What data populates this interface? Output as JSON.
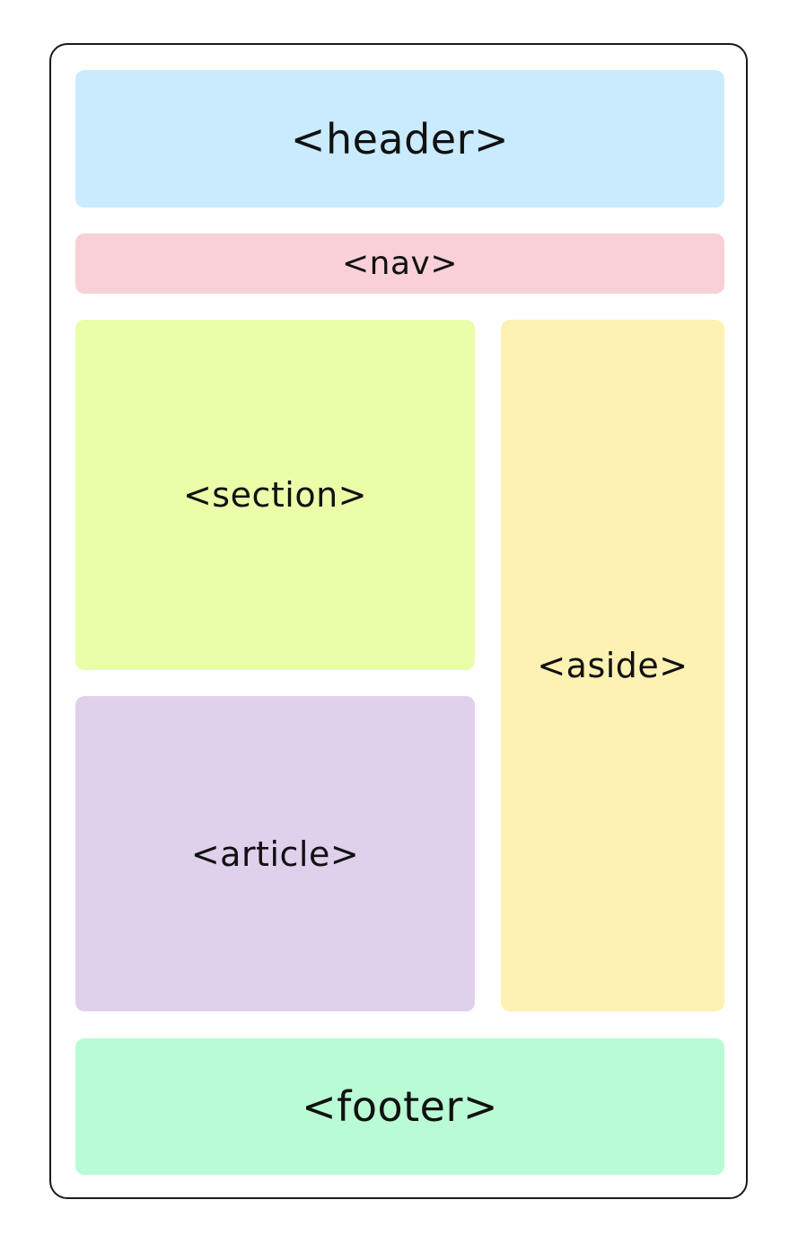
{
  "diagram": {
    "blocks": {
      "header": {
        "label": "<header>",
        "color": "#c9ebfd"
      },
      "nav": {
        "label": "<nav>",
        "color": "#f9d0d7"
      },
      "section": {
        "label": "<section>",
        "color": "#eafda8"
      },
      "article": {
        "label": "<article>",
        "color": "#dfd0ec"
      },
      "aside": {
        "label": "<aside>",
        "color": "#fdf1b4"
      },
      "footer": {
        "label": "<footer>",
        "color": "#b9fbd5"
      }
    }
  }
}
